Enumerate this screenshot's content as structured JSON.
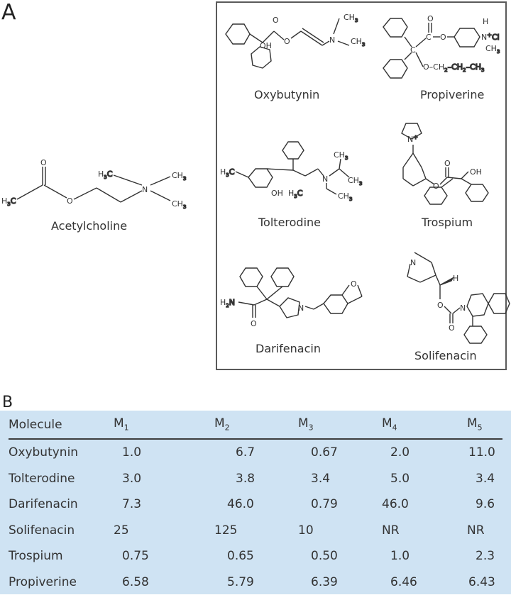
{
  "figure": {
    "panel_a_label": "A",
    "panel_b_label": "B",
    "reference_molecule": {
      "name": "Acetylcholine",
      "atoms": {
        "o_carbonyl": "O",
        "o_ester": "O",
        "ch3_left": "H3C",
        "ch3_n_top": "H3C",
        "n": "N",
        "ch3_right_top": "CH3",
        "ch3_right_bottom": "CH3"
      }
    },
    "boxed_molecules": [
      {
        "name": "Oxybutynin",
        "atoms": [
          "O",
          "OH",
          "O",
          "N",
          "CH3",
          "CH3"
        ]
      },
      {
        "name": "Propiverine",
        "atoms": [
          "O",
          "C",
          "O",
          "H",
          "N+",
          "Cl",
          "CH3",
          "C",
          "O",
          "CH2",
          "CH2",
          "CH3"
        ]
      },
      {
        "name": "Tolterodine",
        "atoms": [
          "H3C",
          "OH",
          "H3C",
          "N",
          "CH3",
          "CH3"
        ]
      },
      {
        "name": "Trospium",
        "atoms": [
          "N+",
          "O",
          "O",
          "OH"
        ]
      },
      {
        "name": "Darifenacin",
        "atoms": [
          "H2N",
          "O",
          "N",
          "O"
        ]
      },
      {
        "name": "Solifenacin",
        "atoms": [
          "N",
          "H",
          "O",
          "O",
          "N"
        ]
      }
    ]
  },
  "table": {
    "headers": [
      {
        "text": "Molecule",
        "sub": ""
      },
      {
        "text": "M",
        "sub": "1"
      },
      {
        "text": "M",
        "sub": "2"
      },
      {
        "text": "M",
        "sub": "3"
      },
      {
        "text": "M",
        "sub": "4"
      },
      {
        "text": "M",
        "sub": "5"
      }
    ],
    "rows": [
      {
        "molecule": "Oxybutynin",
        "m1": "1.0",
        "m2": "6.7",
        "m3": "0.67",
        "m4": "2.0",
        "m5": "11.0"
      },
      {
        "molecule": "Tolterodine",
        "m1": "3.0",
        "m2": "3.8",
        "m3": "3.4",
        "m4": "5.0",
        "m5": "3.4"
      },
      {
        "molecule": "Darifenacin",
        "m1": "7.3",
        "m2": "46.0",
        "m3": "0.79",
        "m4": "46.0",
        "m5": "9.6"
      },
      {
        "molecule": "Solifenacin",
        "m1": "25",
        "m2": "125",
        "m3": "10",
        "m4": "NR",
        "m5": "NR"
      },
      {
        "molecule": "Trospium",
        "m1": "0.75",
        "m2": "0.65",
        "m3": "0.50",
        "m4": "1.0",
        "m5": "2.3"
      },
      {
        "molecule": "Propiverine",
        "m1": "6.58",
        "m2": "5.79",
        "m3": "6.39",
        "m4": "6.46",
        "m5": "6.43"
      }
    ]
  },
  "colors": {
    "table_background": "#cfe3f3",
    "box_border": "#5a5a5a",
    "text": "#333333"
  }
}
